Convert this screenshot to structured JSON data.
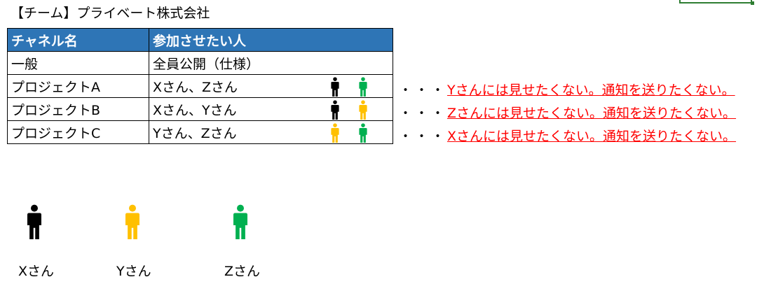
{
  "sheet_title": "【チーム】プライベート株式会社",
  "table": {
    "headers": [
      "チャネル名",
      "参加させたい人"
    ],
    "rows": [
      {
        "channel": "一般",
        "members": "全員公開（仕様）",
        "people": []
      },
      {
        "channel": "プロジェクトA",
        "members": "Xさん、Zさん",
        "people": [
          "x",
          "z"
        ]
      },
      {
        "channel": "プロジェクトB",
        "members": "Xさん、Yさん",
        "people": [
          "x",
          "y"
        ]
      },
      {
        "channel": "プロジェクトC",
        "members": "Yさん、Zさん",
        "people": [
          "y",
          "z"
        ]
      }
    ]
  },
  "notes": [
    {
      "dots": "・・・",
      "text": "Yさんには見せたくない。通知を送りたくない。"
    },
    {
      "dots": "・・・",
      "text": "Zさんには見せたくない。通知を送りたくない。"
    },
    {
      "dots": "・・・",
      "text": "Xさんには見せたくない。通知を送りたくない。"
    }
  ],
  "legend": [
    {
      "id": "x",
      "label": "Xさん",
      "color": "#000000",
      "icon": "person-icon-black"
    },
    {
      "id": "y",
      "label": "Yさん",
      "color": "#ffc000",
      "icon": "person-icon-yellow"
    },
    {
      "id": "z",
      "label": "Zさん",
      "color": "#00b050",
      "icon": "person-icon-green"
    }
  ],
  "colors": {
    "header_bg": "#2e75b6",
    "header_text": "#ffffff",
    "note_text": "#ff0000",
    "selection_border": "#2e7d32"
  }
}
